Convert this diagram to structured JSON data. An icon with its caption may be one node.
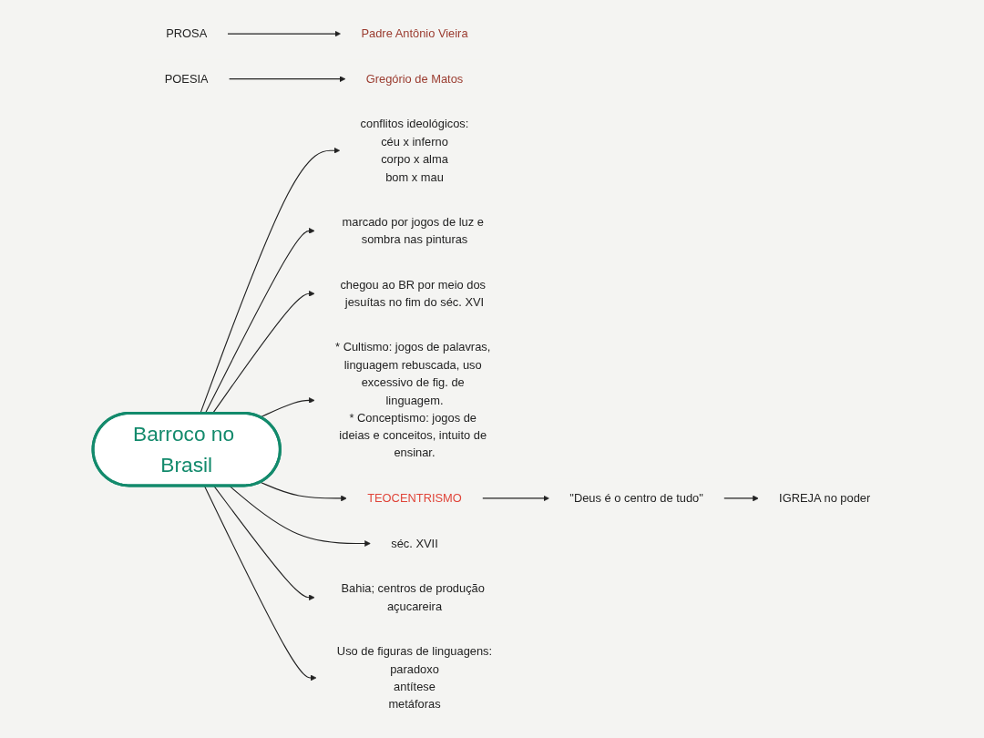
{
  "diagram": {
    "nodes": [
      {
        "text": [
          "PROSA"
        ]
      },
      {
        "text": [
          "Padre Antônio Vieira"
        ]
      },
      {
        "text": [
          "POESIA"
        ]
      },
      {
        "text": [
          "Gregório de Matos"
        ]
      },
      {
        "text": [
          "conflitos ideológicos:",
          "céu x inferno",
          "corpo x alma",
          "bom x mau"
        ]
      },
      {
        "text": [
          "marcado por jogos de luz e sombra nas pinturas"
        ]
      },
      {
        "text": [
          "Barroco no Brasil"
        ]
      },
      {
        "text": [
          "chegou ao BR por meio dos jesuítas no fim do séc. XVI"
        ]
      },
      {
        "text": [
          "* Cultismo: jogos de palavras, linguagem rebuscada, uso excessivo de fig. de linguagem.",
          "* Conceptismo: jogos de ideias e conceitos, intuito de ensinar."
        ]
      },
      {
        "text": [
          "TEOCENTRISMO"
        ]
      },
      {
        "text": [
          "\"Deus é o centro de tudo\""
        ]
      },
      {
        "text": [
          "IGREJA no poder"
        ]
      },
      {
        "text": [
          "séc. XVII"
        ]
      },
      {
        "text": [
          "Bahia; centros de produção açucareira"
        ]
      },
      {
        "text": [
          "Uso de figuras de linguagens:",
          "paradoxo",
          "antítese",
          "metáforas"
        ]
      }
    ],
    "edges": [
      {
        "from": 0,
        "to": 1,
        "arrow": "to"
      },
      {
        "from": 2,
        "to": 3,
        "arrow": "to"
      },
      {
        "from": 6,
        "to": 4,
        "arrow": "to"
      },
      {
        "from": 6,
        "to": 5,
        "arrow": "to"
      },
      {
        "from": 6,
        "to": 7,
        "arrow": "to"
      },
      {
        "from": 6,
        "to": 8,
        "arrow": "to"
      },
      {
        "from": 6,
        "to": 9,
        "arrow": "to"
      },
      {
        "from": 9,
        "to": 10,
        "arrow": "to"
      },
      {
        "from": 10,
        "to": 11,
        "arrow": "to"
      },
      {
        "from": 6,
        "to": 12,
        "arrow": "to"
      },
      {
        "from": 6,
        "to": 13,
        "arrow": "to"
      },
      {
        "from": 6,
        "to": 14,
        "arrow": "to"
      }
    ]
  }
}
